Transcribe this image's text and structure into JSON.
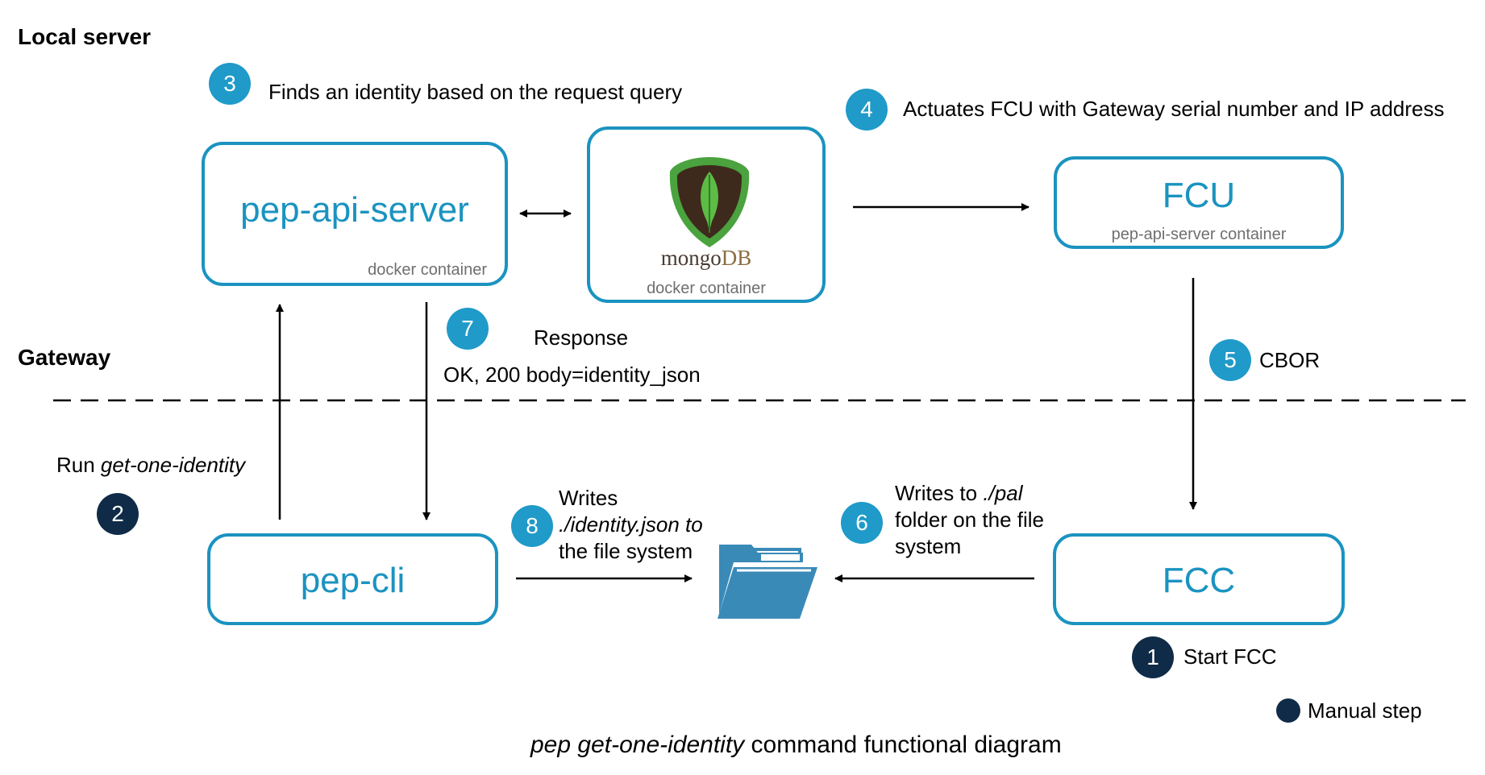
{
  "sections": {
    "local": "Local server",
    "gateway": "Gateway"
  },
  "boxes": {
    "api_server": {
      "title": "pep-api-server",
      "sub": "docker container"
    },
    "mongo": {
      "logo_text": "mongoDB",
      "logo_mongo": "mongo",
      "logo_db": "DB",
      "sub": "docker container"
    },
    "fcu": {
      "title": "FCU",
      "sub": "pep-api-server container"
    },
    "cli": {
      "title": "pep-cli"
    },
    "fcc": {
      "title": "FCC"
    }
  },
  "steps": [
    {
      "num": "1",
      "text": "Start FCC",
      "manual": true
    },
    {
      "num": "2",
      "text_prefix": "Run ",
      "text_em": "get-one-identity",
      "manual": true
    },
    {
      "num": "3",
      "text": "Finds an identity based on the request query",
      "manual": false
    },
    {
      "num": "4",
      "text": "Actuates FCU with Gateway serial number and IP address",
      "manual": false
    },
    {
      "num": "5",
      "text": "CBOR",
      "manual": false
    },
    {
      "num": "6",
      "text_line1_prefix": "Writes to ",
      "text_line1_em": "./pal",
      "text_line2": "folder on the file",
      "text_line3": "system",
      "manual": false
    },
    {
      "num": "7",
      "text_line1": "Response",
      "text_line2": "OK, 200 body=identity_json",
      "manual": false
    },
    {
      "num": "8",
      "text_line1": "Writes",
      "text_line2_em": "./identity.json to",
      "text_line3": "the file system",
      "manual": false
    }
  ],
  "legend": {
    "label": "Manual step"
  },
  "caption": {
    "em": "pep get-one-identity",
    "rest": " command functional diagram"
  },
  "colors": {
    "accent": "#1b93c0",
    "badge": "#1f9ac9",
    "manual_badge": "#0f2b47",
    "folder": "#3a8ab8"
  },
  "icons": [
    "mongodb-leaf-icon",
    "folder-icon"
  ]
}
